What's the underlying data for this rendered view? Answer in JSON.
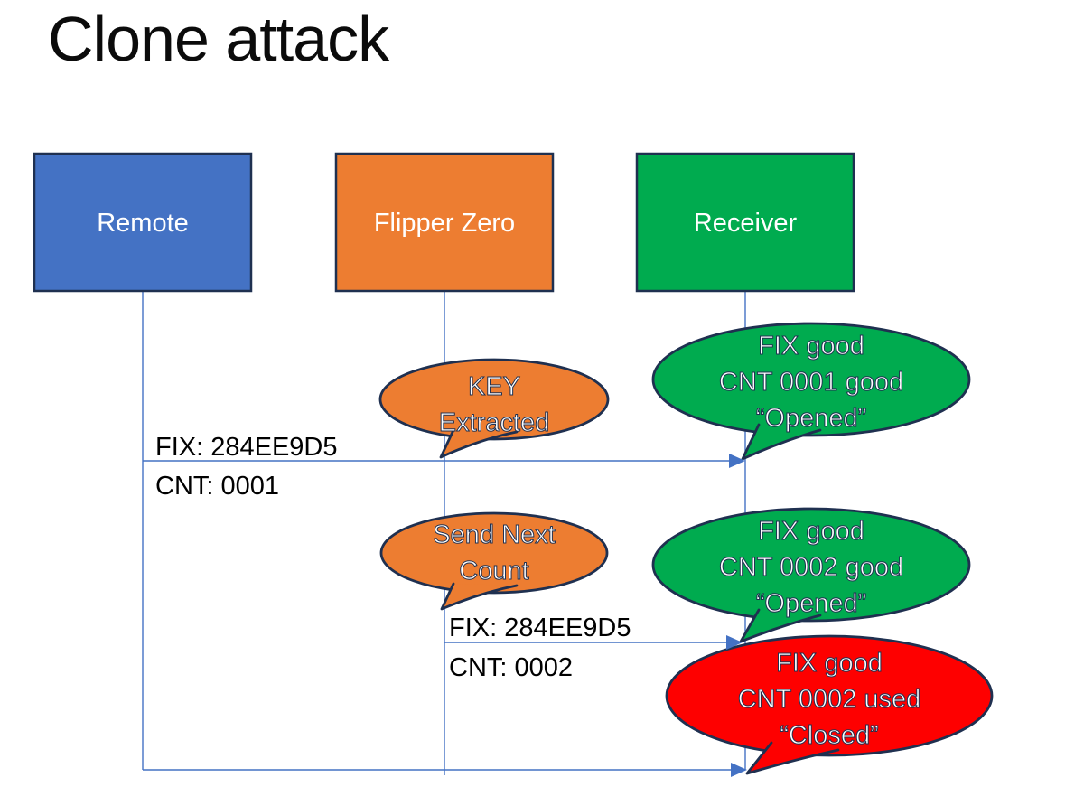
{
  "title": "Clone attack",
  "colors": {
    "blue": "#4472C4",
    "orange": "#ED7D31",
    "green": "#00AB4F",
    "red": "#FE0000",
    "outline": "#1F3050",
    "connector": "#4472C4"
  },
  "actors": [
    {
      "label": "Remote"
    },
    {
      "label": "Flipper Zero"
    },
    {
      "label": "Receiver"
    }
  ],
  "messages": [
    {
      "fix": "FIX: 284EE9D5",
      "cnt": "CNT: 0001"
    },
    {
      "fix": "FIX: 284EE9D5",
      "cnt": "CNT: 0002"
    }
  ],
  "callouts": [
    {
      "lines": [
        "KEY",
        "Extracted"
      ]
    },
    {
      "lines": [
        "FIX good",
        "CNT 0001 good",
        "“Opened”"
      ]
    },
    {
      "lines": [
        "Send Next",
        "Count"
      ]
    },
    {
      "lines": [
        "FIX good",
        "CNT 0002 good",
        "“Opened”"
      ]
    },
    {
      "lines": [
        "FIX good",
        "CNT 0002 used",
        "“Closed”"
      ]
    }
  ]
}
